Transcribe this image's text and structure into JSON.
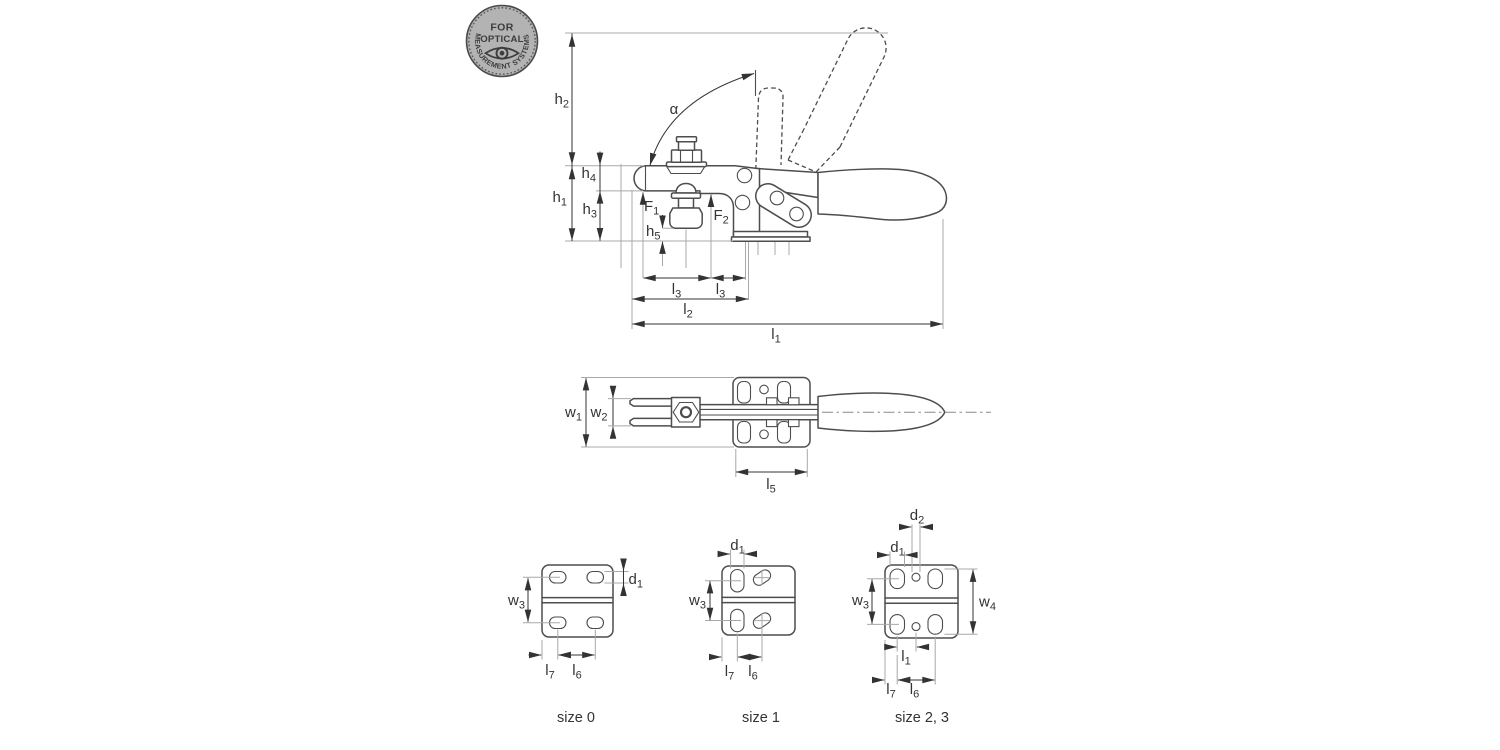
{
  "badge": {
    "top_line": "FOR",
    "second_line": "OPTICAL",
    "curved_text": "MEASUREMENT SYSTEMS"
  },
  "captions": {
    "size0": "size 0",
    "size1": "size 1",
    "size23": "size 2, 3"
  },
  "dims": {
    "h1": {
      "base": "h",
      "sub": "1"
    },
    "h2": {
      "base": "h",
      "sub": "2"
    },
    "h3": {
      "base": "h",
      "sub": "3"
    },
    "h4": {
      "base": "h",
      "sub": "4"
    },
    "h5": {
      "base": "h",
      "sub": "5"
    },
    "f1": {
      "base": "F",
      "sub": "1"
    },
    "f2": {
      "base": "F",
      "sub": "2"
    },
    "alpha": {
      "base": "α",
      "sub": ""
    },
    "l1": {
      "base": "l",
      "sub": "1"
    },
    "l2": {
      "base": "l",
      "sub": "2"
    },
    "l3": {
      "base": "l",
      "sub": "3"
    },
    "l5": {
      "base": "l",
      "sub": "5"
    },
    "l6": {
      "base": "l",
      "sub": "6"
    },
    "l7": {
      "base": "l",
      "sub": "7"
    },
    "w1": {
      "base": "w",
      "sub": "1"
    },
    "w2": {
      "base": "w",
      "sub": "2"
    },
    "w3": {
      "base": "w",
      "sub": "3"
    },
    "w4": {
      "base": "w",
      "sub": "4"
    },
    "d1": {
      "base": "d",
      "sub": "1"
    },
    "d2": {
      "base": "d",
      "sub": "2"
    }
  },
  "colors": {
    "outline": "#4d4d4d",
    "dimension": "#333333",
    "extension": "#a8a8a8",
    "badge_fill": "#b3b3b3",
    "badge_ink": "#3d3d3d",
    "background": "#ffffff"
  }
}
